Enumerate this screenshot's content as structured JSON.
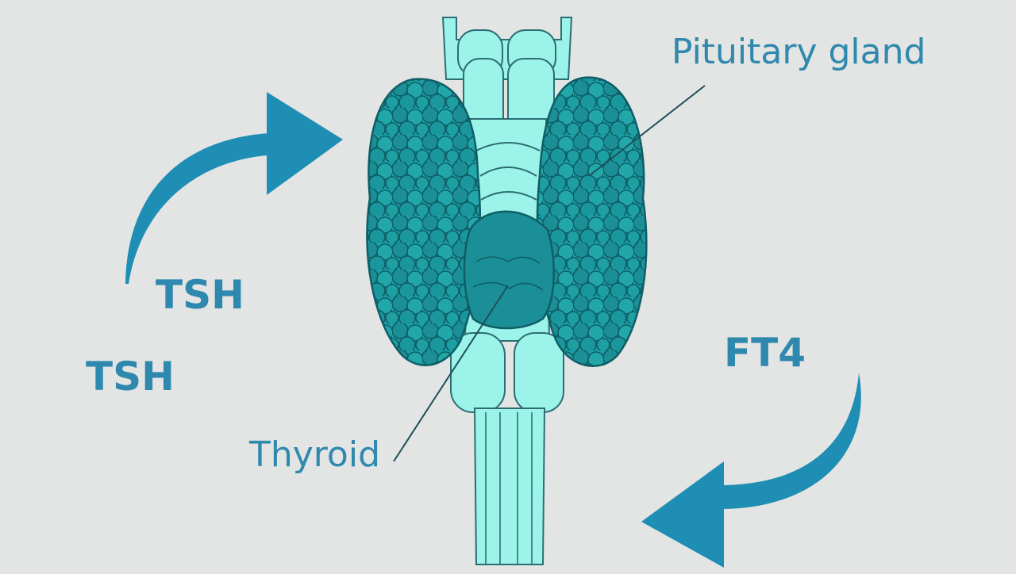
{
  "labels": {
    "pituitary": "Pituitary gland",
    "thyroid": "Thyroid",
    "tsh_upper": "TSH",
    "tsh_lower": "TSH",
    "ft4": "FT4"
  },
  "colors": {
    "background": "#e3e4e4",
    "label_text": "#2f88ad",
    "arrow": "#1f8eb4",
    "gland_fill": "#1a9ea3",
    "gland_outline": "#0f5e66",
    "trachea_fill": "#9cf3ea",
    "trachea_outline": "#2c6e74",
    "leader_line": "#1f4f5a"
  },
  "icons": {
    "arrow_top_left": "curved-arrow-right-icon",
    "arrow_bottom_right": "curved-arrow-left-icon"
  }
}
